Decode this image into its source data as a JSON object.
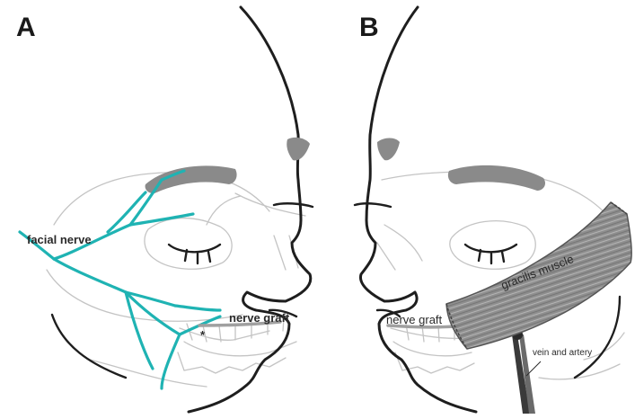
{
  "panels": {
    "a": {
      "letter": "A",
      "labels": {
        "facial_nerve": "facial nerve",
        "nerve_graft": "nerve graft",
        "asterisk": "*"
      }
    },
    "b": {
      "letter": "B",
      "labels": {
        "nerve_graft": "nerve graft",
        "gracilis_muscle": "gracilis muscle",
        "vein_and_artery": "vein and artery"
      }
    }
  },
  "colors": {
    "nerve": "#1fb3b3",
    "outline": "#1e1e1e",
    "skull": "#c4c4c4",
    "brow": "#8a8a8a",
    "muscle": "#8c8c8c",
    "graft": "#a0a0a0"
  }
}
